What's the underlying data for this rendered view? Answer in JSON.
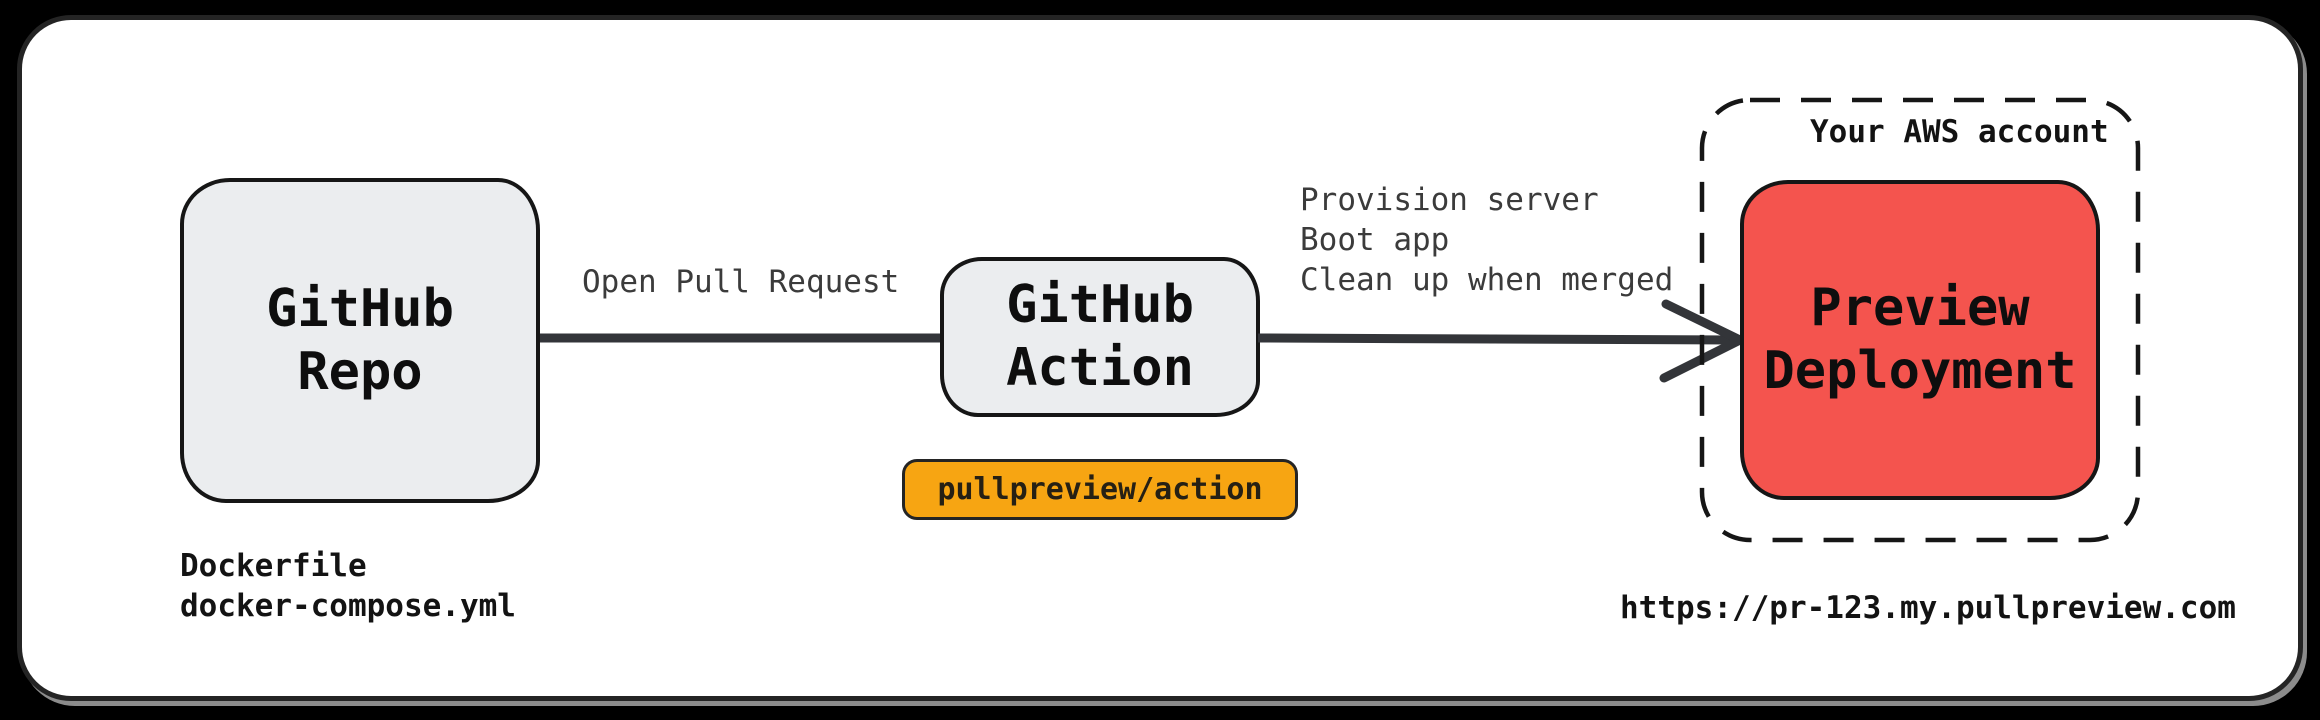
{
  "page": {
    "background": "#000000"
  },
  "card": {
    "background": "#ffffff",
    "border_color": "#242424"
  },
  "colors": {
    "node_gray_fill": "#EBEDEF",
    "node_red_fill": "#F4544E",
    "badge_fill": "#F7A512",
    "outline": "#161616",
    "arrow": "#333539",
    "muted_label": "#3B3B3B",
    "text": "#111111"
  },
  "nodes": {
    "repo": {
      "lines": [
        "GitHub",
        "Repo"
      ]
    },
    "action": {
      "lines": [
        "GitHub",
        "Action"
      ]
    },
    "preview": {
      "lines": [
        "Preview",
        "Deployment"
      ]
    }
  },
  "edges": {
    "open_pr": {
      "label": "Open Pull Request"
    },
    "provision": {
      "lines": [
        "Provision server",
        "Boot app",
        "Clean up when merged"
      ]
    }
  },
  "badge": {
    "label": "pullpreview/action"
  },
  "aws": {
    "label": "Your AWS account"
  },
  "annotations": {
    "repo_files": {
      "lines": [
        "Dockerfile",
        "docker-compose.yml"
      ]
    },
    "preview_url": "https://pr-123.my.pullpreview.com"
  }
}
